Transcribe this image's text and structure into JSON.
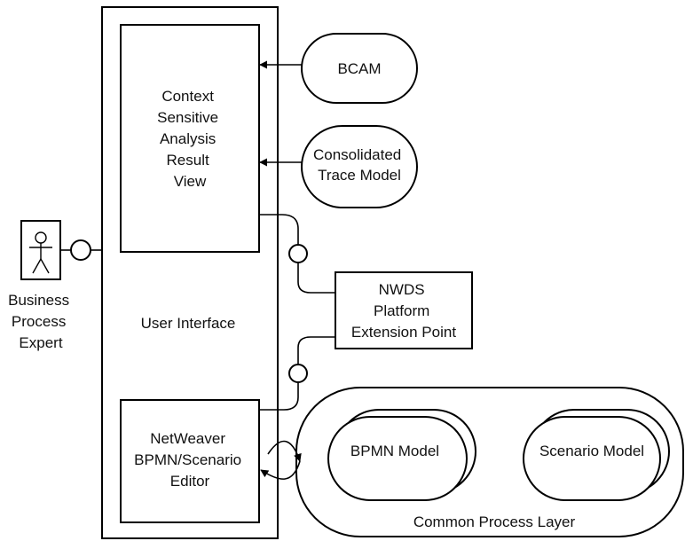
{
  "actor": {
    "label_lines": [
      "Business",
      "Process",
      "Expert"
    ]
  },
  "user_interface": {
    "label": "User Interface"
  },
  "analysis_view": {
    "label_lines": [
      "Context",
      "Sensitive",
      "Analysis",
      "Result",
      "View"
    ]
  },
  "editor": {
    "label_lines": [
      "NetWeaver",
      "BPMN/Scenario",
      "Editor"
    ]
  },
  "bcam": {
    "label": "BCAM"
  },
  "trace_model": {
    "label_lines": [
      "Consolidated",
      "Trace Model"
    ]
  },
  "nwds": {
    "label_lines": [
      "NWDS",
      "Platform",
      "Extension Point"
    ]
  },
  "common_process_layer": {
    "label": "Common Process Layer",
    "models": [
      {
        "label": "BPMN Model"
      },
      {
        "label": "Scenario Model"
      }
    ]
  }
}
